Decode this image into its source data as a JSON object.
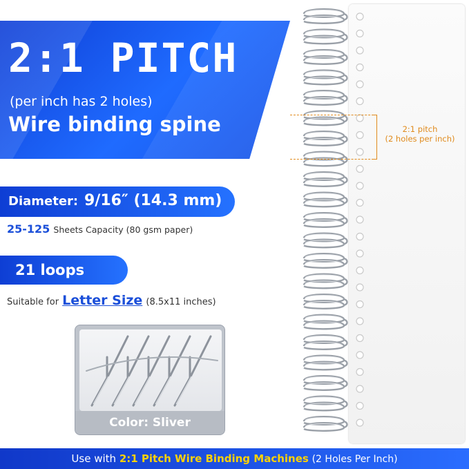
{
  "header": {
    "title": "2:1 PITCH",
    "subtitle": "(per inch has 2 holes)",
    "product": "Wire binding spine"
  },
  "specs": {
    "diameter_label": "Diameter:",
    "diameter_value": "9/16″ (14.3 mm)",
    "capacity_number": "25-125",
    "capacity_text": "Sheets Capacity (80 gsm paper)",
    "loops": "21 loops",
    "size_prefix": "Suitable for",
    "size_highlight": "Letter Size",
    "size_suffix": "(8.5x11 inches)"
  },
  "color_swatch": {
    "label": "Color: Sliver"
  },
  "pitch_annotation": {
    "line1": "2:1 pitch",
    "line2": "(2 holes per inch)"
  },
  "footer": {
    "prefix": "Use with",
    "highlight": "2:1 Pitch Wire Binding Machines",
    "suffix": "(2 Holes Per Inch)"
  },
  "colors": {
    "brand_blue": "#1b4fd9",
    "accent_orange": "#e08a1c",
    "footer_highlight": "#ffd200",
    "wire_silver": "#9aa0a8"
  },
  "illustration": {
    "loop_count": 21,
    "paper_hole_count": 25
  }
}
